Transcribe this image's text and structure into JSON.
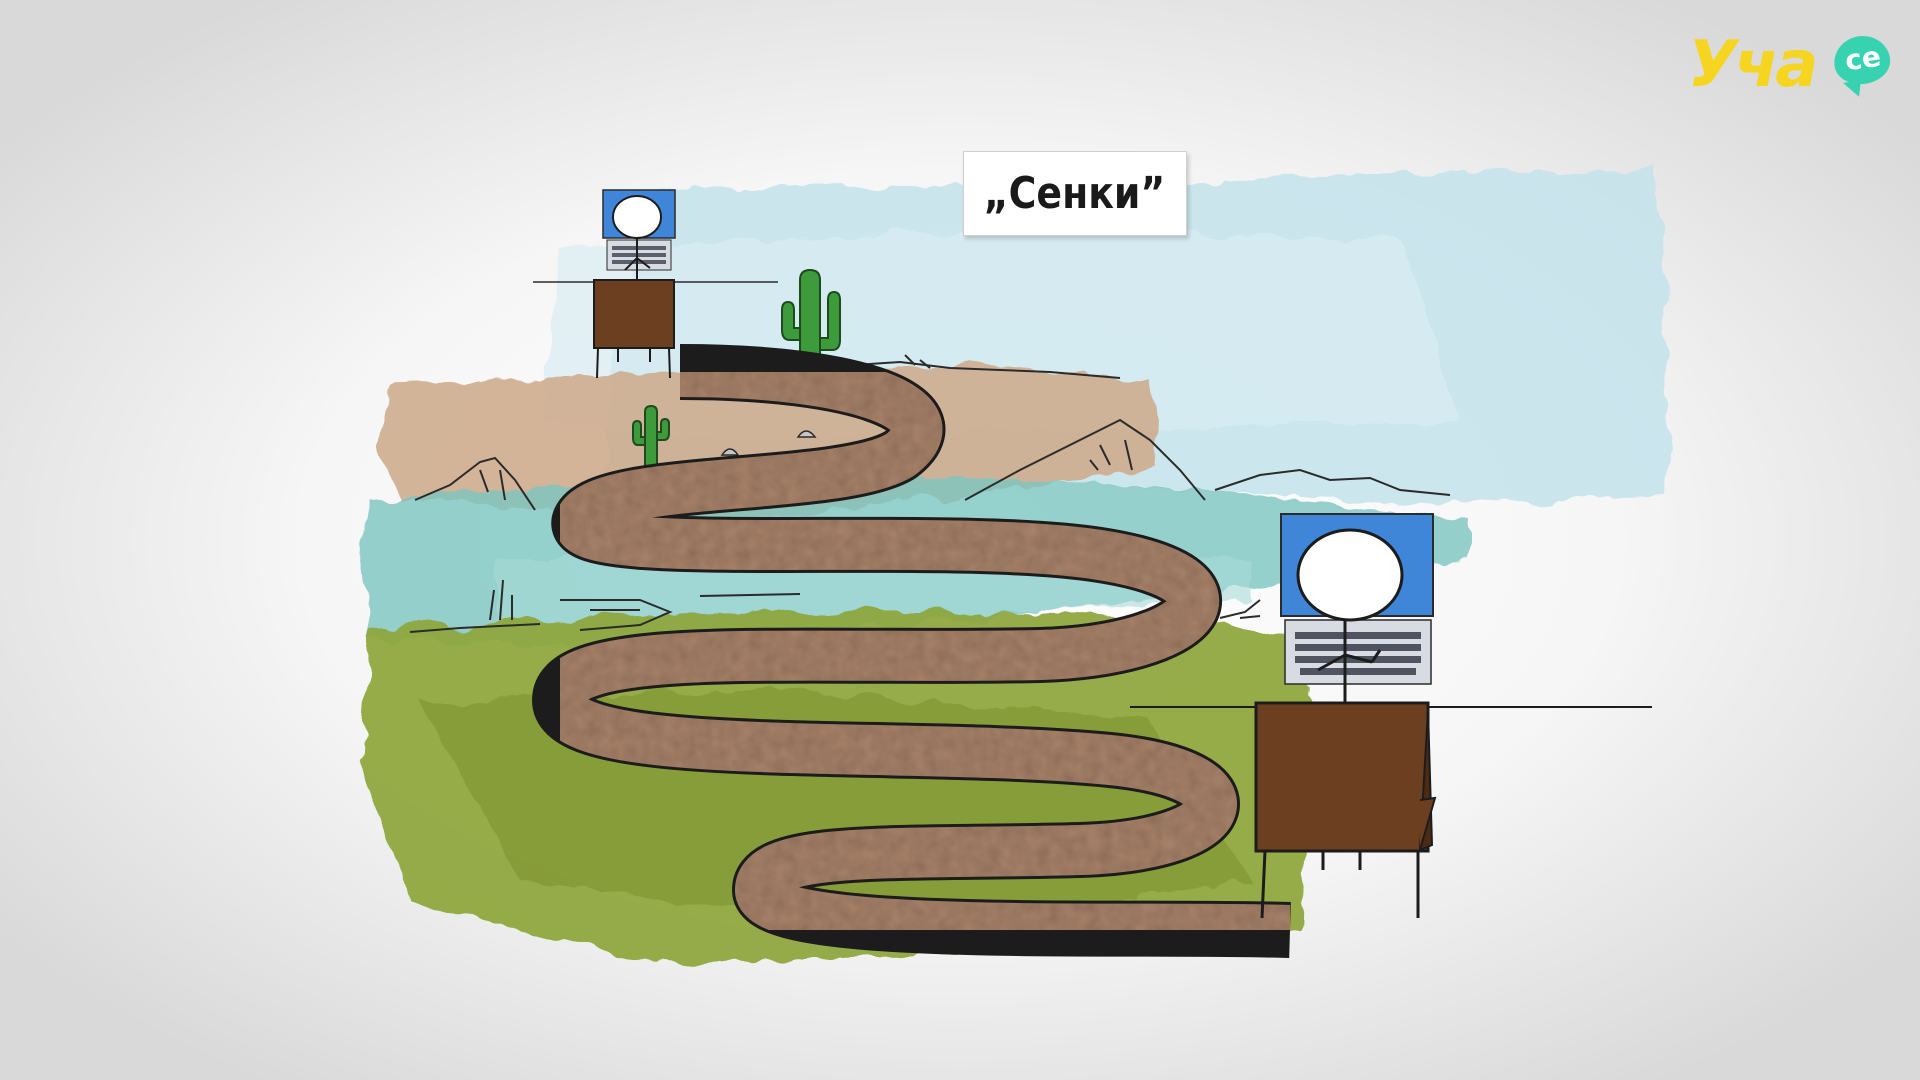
{
  "caption": {
    "text": "„Сенки”"
  },
  "brand": {
    "name": "Уча",
    "suffix": "се"
  },
  "colors": {
    "road": "#a98467",
    "grass": "#8fa33a",
    "sky": "#bfe0ea",
    "sand": "#cda98a",
    "water": "#6fc0bd",
    "desk": "#6b3f1f",
    "monitor": "#3f86d8",
    "cactus": "#3e9b3c",
    "logo_yellow": "#f5d51f",
    "logo_teal": "#37d3b0"
  }
}
